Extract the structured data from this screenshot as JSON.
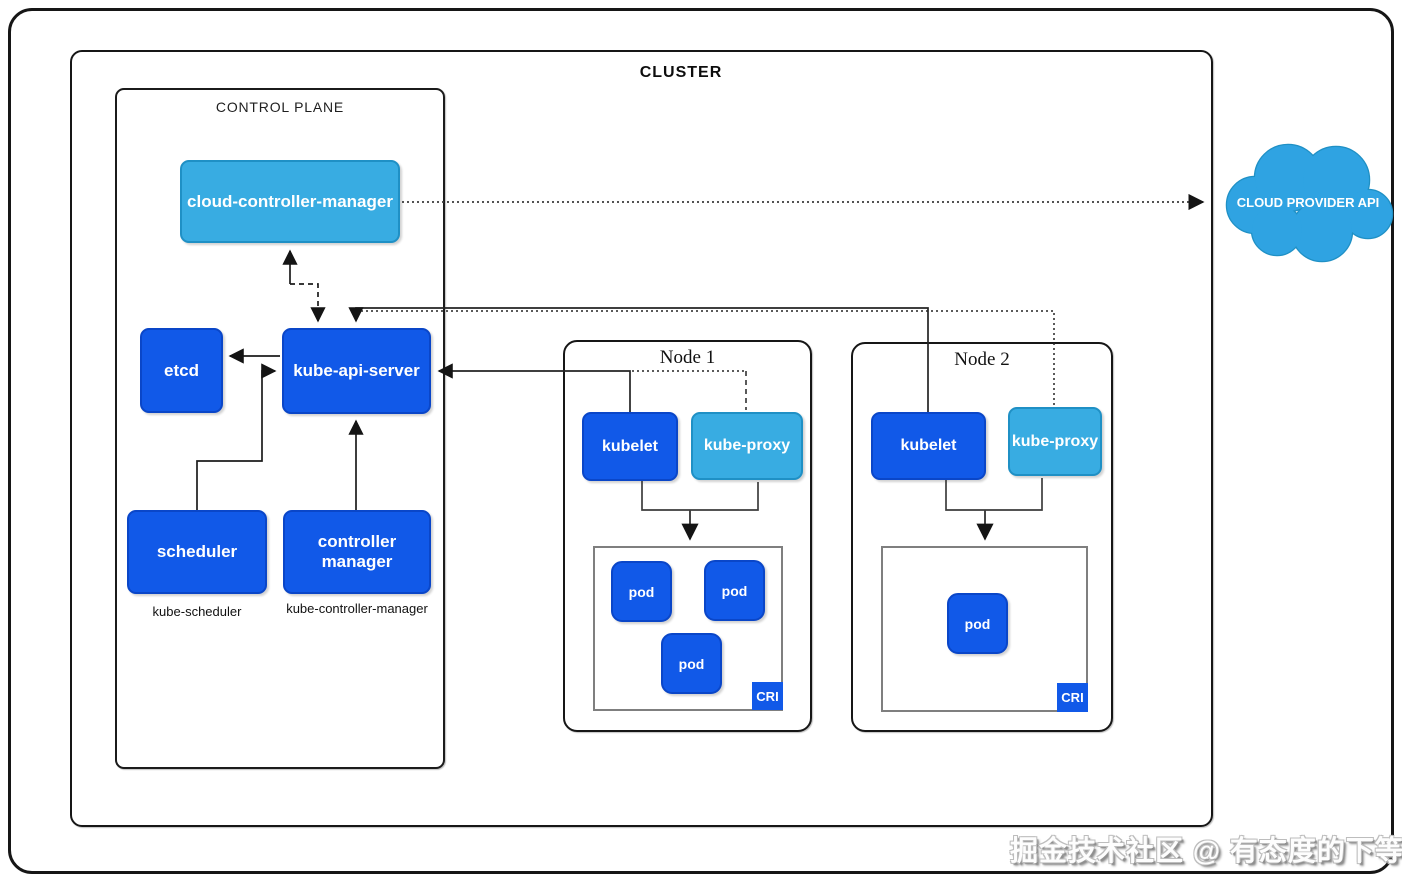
{
  "cluster": {
    "label": "CLUSTER"
  },
  "control_plane": {
    "title": "CONTROL PLANE",
    "cloud_controller_manager": "cloud-controller-manager",
    "etcd": "etcd",
    "kube_api_server": "kube-api-server",
    "scheduler": "scheduler",
    "controller_manager": "controller manager",
    "scheduler_sublabel": "kube-scheduler",
    "controller_manager_sublabel": "kube-controller-manager"
  },
  "nodes": [
    {
      "title": "Node 1",
      "kubelet": "kubelet",
      "kube_proxy": "kube-proxy",
      "pods": [
        "pod",
        "pod",
        "pod"
      ],
      "cri_label": "CRI"
    },
    {
      "title": "Node 2",
      "kubelet": "kubelet",
      "kube_proxy": "kube-proxy",
      "pods": [
        "pod"
      ],
      "cri_label": "CRI"
    }
  ],
  "cloud": {
    "label": "CLOUD PROVIDER API"
  },
  "watermark": "掘金技术社区 @ 有态度的下等马",
  "colors": {
    "dark_blue": "#1159e8",
    "dark_blue_border": "#0a46c8",
    "light_blue": "#38ace2",
    "light_blue_border": "#1f90c5",
    "container_border": "#7f7f7f",
    "line_black": "#1c1c1c",
    "background": "#ffffff"
  }
}
